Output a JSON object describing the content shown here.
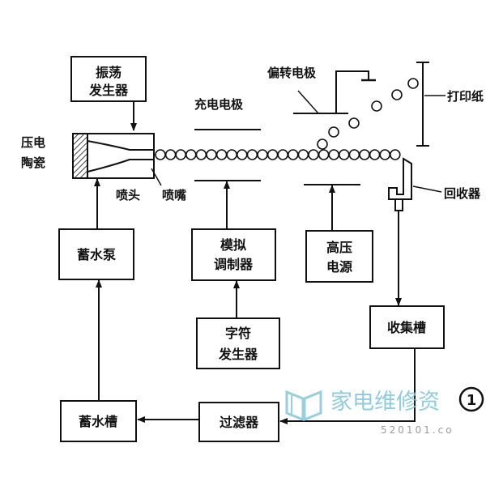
{
  "labels": {
    "oscillator_l1": "振荡",
    "oscillator_l2": "发生器",
    "piezo_l1": "压电",
    "piezo_l2": "陶瓷",
    "nozzle_head": "喷头",
    "nozzle": "喷嘴",
    "charge_electrode": "充电电极",
    "deflect_electrode": "偏转电极",
    "paper": "打印纸",
    "collector": "回收器",
    "pump": "蓄水泵",
    "modulator_l1": "模拟",
    "modulator_l2": "调制器",
    "hv_l1": "高压",
    "hv_l2": "电源",
    "char_gen_l1": "字符",
    "char_gen_l2": "发生器",
    "collect_tank": "收集槽",
    "filter": "过滤器",
    "reservoir": "蓄水槽"
  },
  "watermark": {
    "text": "家电维修资",
    "url": "520101.co",
    "badge": "1"
  },
  "colors": {
    "ink": "#111111",
    "watermark": "#7fc3d6"
  }
}
